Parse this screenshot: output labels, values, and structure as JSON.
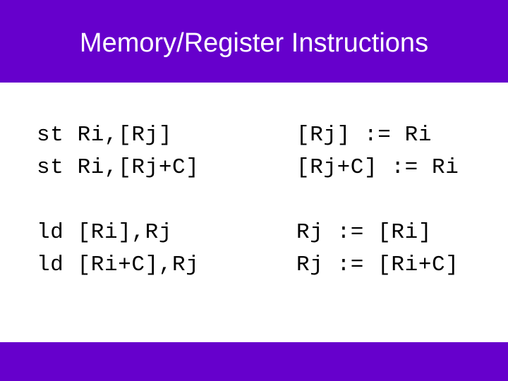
{
  "slide": {
    "title": "Memory/Register Instructions",
    "accent_color": "#6600CC",
    "title_color": "#FFFFFF",
    "background_color": "#FFFFFF",
    "body_text_color": "#000000"
  },
  "content": {
    "blocks": [
      {
        "rows": [
          {
            "instruction": "st Ri,[Rj]",
            "semantics": "[Rj] := Ri"
          },
          {
            "instruction": "st Ri,[Rj+C]",
            "semantics": "[Rj+C] := Ri"
          }
        ]
      },
      {
        "rows": [
          {
            "instruction": "ld [Ri],Rj",
            "semantics": "Rj := [Ri]"
          },
          {
            "instruction": "ld [Ri+C],Rj",
            "semantics": "Rj := [Ri+C]"
          }
        ]
      }
    ]
  }
}
